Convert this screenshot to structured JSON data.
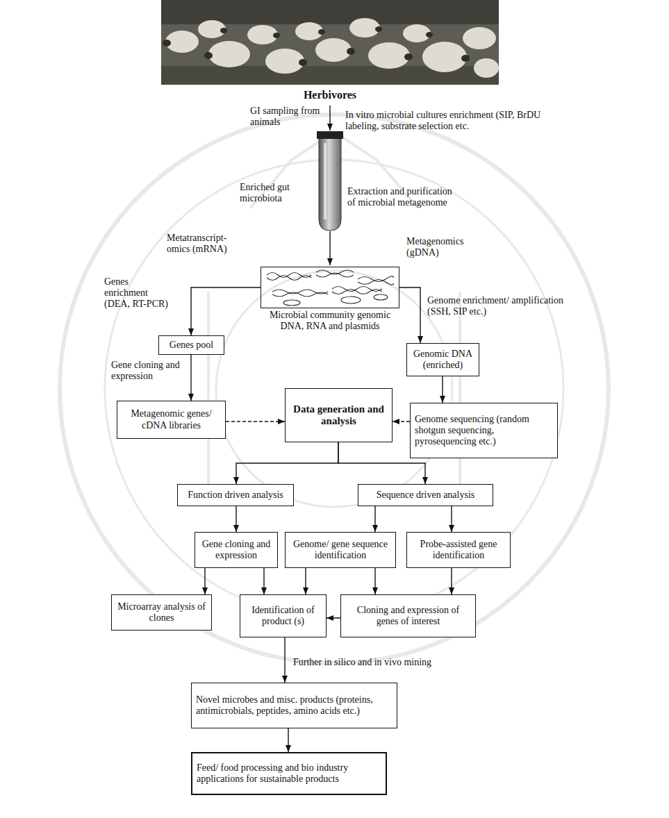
{
  "diagram": {
    "nodes": [
      {
        "text": [
          "Microbial community genomic DNA, RNA and plasmids"
        ]
      },
      {
        "text": [
          "Genes pool"
        ]
      },
      {
        "text": [
          "Genomic DNA (enriched)"
        ]
      },
      {
        "text": [
          "Metagenomic genes/ cDNA libraries"
        ]
      },
      {
        "text": [
          "Data generation and analysis"
        ]
      },
      {
        "text": [
          "Genome sequencing (random shotgun sequencing, pyrosequencing etc.)"
        ]
      },
      {
        "text": [
          "Function driven analysis"
        ]
      },
      {
        "text": [
          "Sequence driven analysis"
        ]
      },
      {
        "text": [
          "Gene cloning and expression"
        ]
      },
      {
        "text": [
          "Genome/ gene sequence identification"
        ]
      },
      {
        "text": [
          "Probe-assisted gene identification"
        ]
      },
      {
        "text": [
          "Microarray analysis of clones"
        ]
      },
      {
        "text": [
          "Identification of product (s)"
        ]
      },
      {
        "text": [
          "Cloning and expression of genes of interest"
        ]
      },
      {
        "text": [
          "Novel microbes and misc. products (proteins, antimicrobials, peptides, amino acids etc.)"
        ]
      },
      {
        "text": [
          "Feed/ food processing and bio industry applications for sustainable products"
        ]
      }
    ],
    "edges": [
      {
        "from": 0,
        "to": 1,
        "arrow": "to"
      },
      {
        "from": 0,
        "to": 2,
        "arrow": "to"
      },
      {
        "from": 1,
        "to": 3,
        "arrow": "to"
      },
      {
        "from": 2,
        "to": 5,
        "arrow": "to"
      },
      {
        "from": 3,
        "to": 4,
        "arrow": "to"
      },
      {
        "from": 5,
        "to": 4,
        "arrow": "to"
      },
      {
        "from": 4,
        "to": 6,
        "arrow": "to"
      },
      {
        "from": 4,
        "to": 7,
        "arrow": "to"
      },
      {
        "from": 6,
        "to": 8,
        "arrow": "to"
      },
      {
        "from": 7,
        "to": 9,
        "arrow": "to"
      },
      {
        "from": 7,
        "to": 10,
        "arrow": "to"
      },
      {
        "from": 8,
        "to": 11,
        "arrow": "to"
      },
      {
        "from": 8,
        "to": 12,
        "arrow": "to"
      },
      {
        "from": 9,
        "to": 12,
        "arrow": "to"
      },
      {
        "from": 9,
        "to": 13,
        "arrow": "to"
      },
      {
        "from": 10,
        "to": 13,
        "arrow": "to"
      },
      {
        "from": 13,
        "to": 12,
        "arrow": "to"
      },
      {
        "from": 12,
        "to": 14,
        "arrow": "to"
      },
      {
        "from": 14,
        "to": 15,
        "arrow": "to"
      }
    ],
    "labels": [
      "Herbivores",
      "GI sampling from animals",
      "In vitro microbial cultures enrichment (SIP, BrDU labeling, substrate selection etc.",
      "Enriched gut microbiota",
      "Extraction and purification of microbial metagenome",
      "Metatranscript-omics (mRNA)",
      "Metagenomics (gDNA)",
      "Genes enrichment (DEA, RT-PCR)",
      "Genome enrichment/ amplification (SSH, SIP etc.)",
      "Gene cloning and expression",
      "Further in silico and in vivo mining"
    ]
  }
}
